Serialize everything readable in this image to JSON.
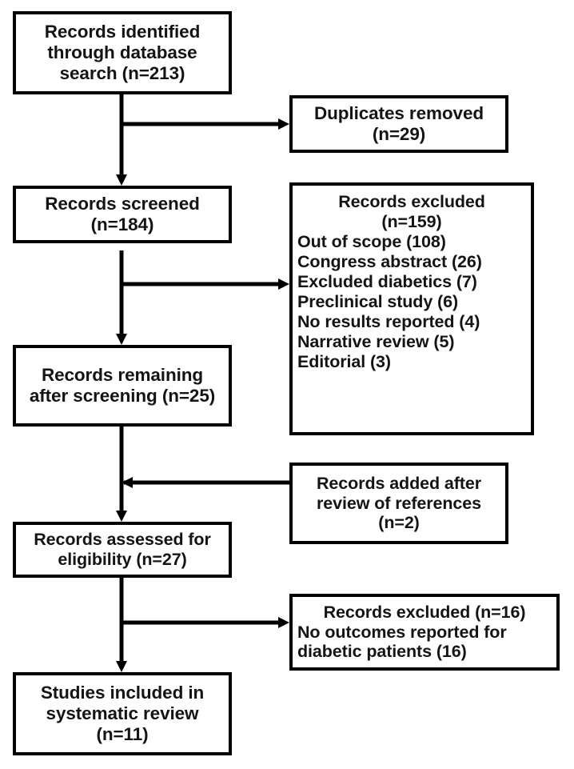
{
  "diagram": {
    "title": "PRISMA study selection flow diagram",
    "type": "flowchart",
    "background_color": "#ffffff",
    "border_color": "#000000",
    "text_color": "#141414"
  },
  "nodes": {
    "identified": {
      "name": "records-identified",
      "lines": [
        "Records identified",
        "through database",
        "search (n=213)"
      ],
      "count": 213
    },
    "duplicates": {
      "name": "duplicates-removed",
      "lines": [
        "Duplicates removed",
        "(n=29)"
      ],
      "count": 29
    },
    "screened": {
      "name": "records-screened",
      "lines": [
        "Records screened",
        "(n=184)"
      ],
      "count": 184
    },
    "excluded_screening": {
      "name": "records-excluded-screening",
      "header_lines": [
        "Records excluded",
        "(n=159)"
      ],
      "count": 159,
      "reasons": [
        "Out of scope (108)",
        "Congress abstract (26)",
        "Excluded diabetics (7)",
        "Preclinical study (6)",
        "No results reported (4)",
        "Narrative review (5)",
        "Editorial (3)"
      ]
    },
    "remaining": {
      "name": "records-remaining",
      "lines": [
        "Records remaining",
        "after screening (n=25)"
      ],
      "count": 25
    },
    "added": {
      "name": "records-added",
      "lines": [
        "Records added after",
        "review of references",
        "(n=2)"
      ],
      "count": 2
    },
    "assessed": {
      "name": "records-assessed",
      "lines": [
        "Records assessed for",
        "eligibility (n=27)"
      ],
      "count": 27
    },
    "excluded_eligibility": {
      "name": "records-excluded-eligibility",
      "header_lines": [
        "Records excluded (n=16)"
      ],
      "count": 16,
      "reasons": [
        "No outcomes reported for",
        "diabetic patients (16)"
      ]
    },
    "included": {
      "name": "studies-included",
      "lines": [
        "Studies included in",
        "systematic review",
        "(n=11)"
      ],
      "count": 11
    }
  },
  "connectors": [
    {
      "name": "identified-to-screened",
      "direction": "down"
    },
    {
      "name": "identified-to-duplicates",
      "direction": "right"
    },
    {
      "name": "screened-to-remaining",
      "direction": "down"
    },
    {
      "name": "screened-to-excluded",
      "direction": "right"
    },
    {
      "name": "remaining-to-assessed",
      "direction": "down"
    },
    {
      "name": "added-to-mainflow",
      "direction": "left"
    },
    {
      "name": "assessed-to-included",
      "direction": "down"
    },
    {
      "name": "assessed-to-excluded",
      "direction": "right"
    }
  ]
}
